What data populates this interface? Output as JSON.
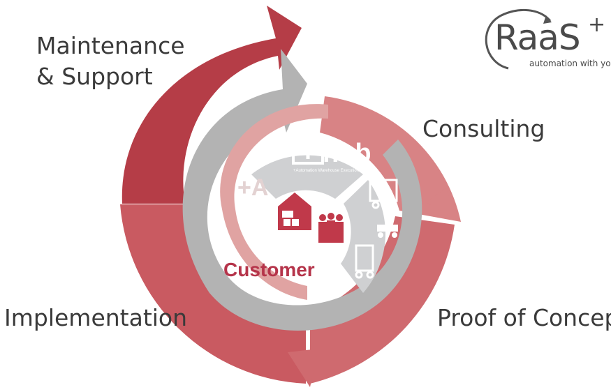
{
  "brand": {
    "name": "RaaS",
    "plus": "+",
    "tagline": "automation with you"
  },
  "phases": {
    "maintenance_line1": "Maintenance",
    "maintenance_line2": "& Support",
    "consulting": "Consulting",
    "proof_of_concept": "Proof of Concept",
    "implementation": "Implementation"
  },
  "center": {
    "customer": "Customer",
    "hub_logo": "hub",
    "hub_subtitle": "+Automation Warehouse Execution System",
    "plus_a": "+A"
  },
  "colors": {
    "dark_red": "#b53d47",
    "mid_red": "#c95a61",
    "light_red": "#d88385",
    "pale_red": "#e0a3a2",
    "gray": "#b3b3b3",
    "light_gray": "#cfd0d2",
    "customer_red": "#b5344a"
  }
}
